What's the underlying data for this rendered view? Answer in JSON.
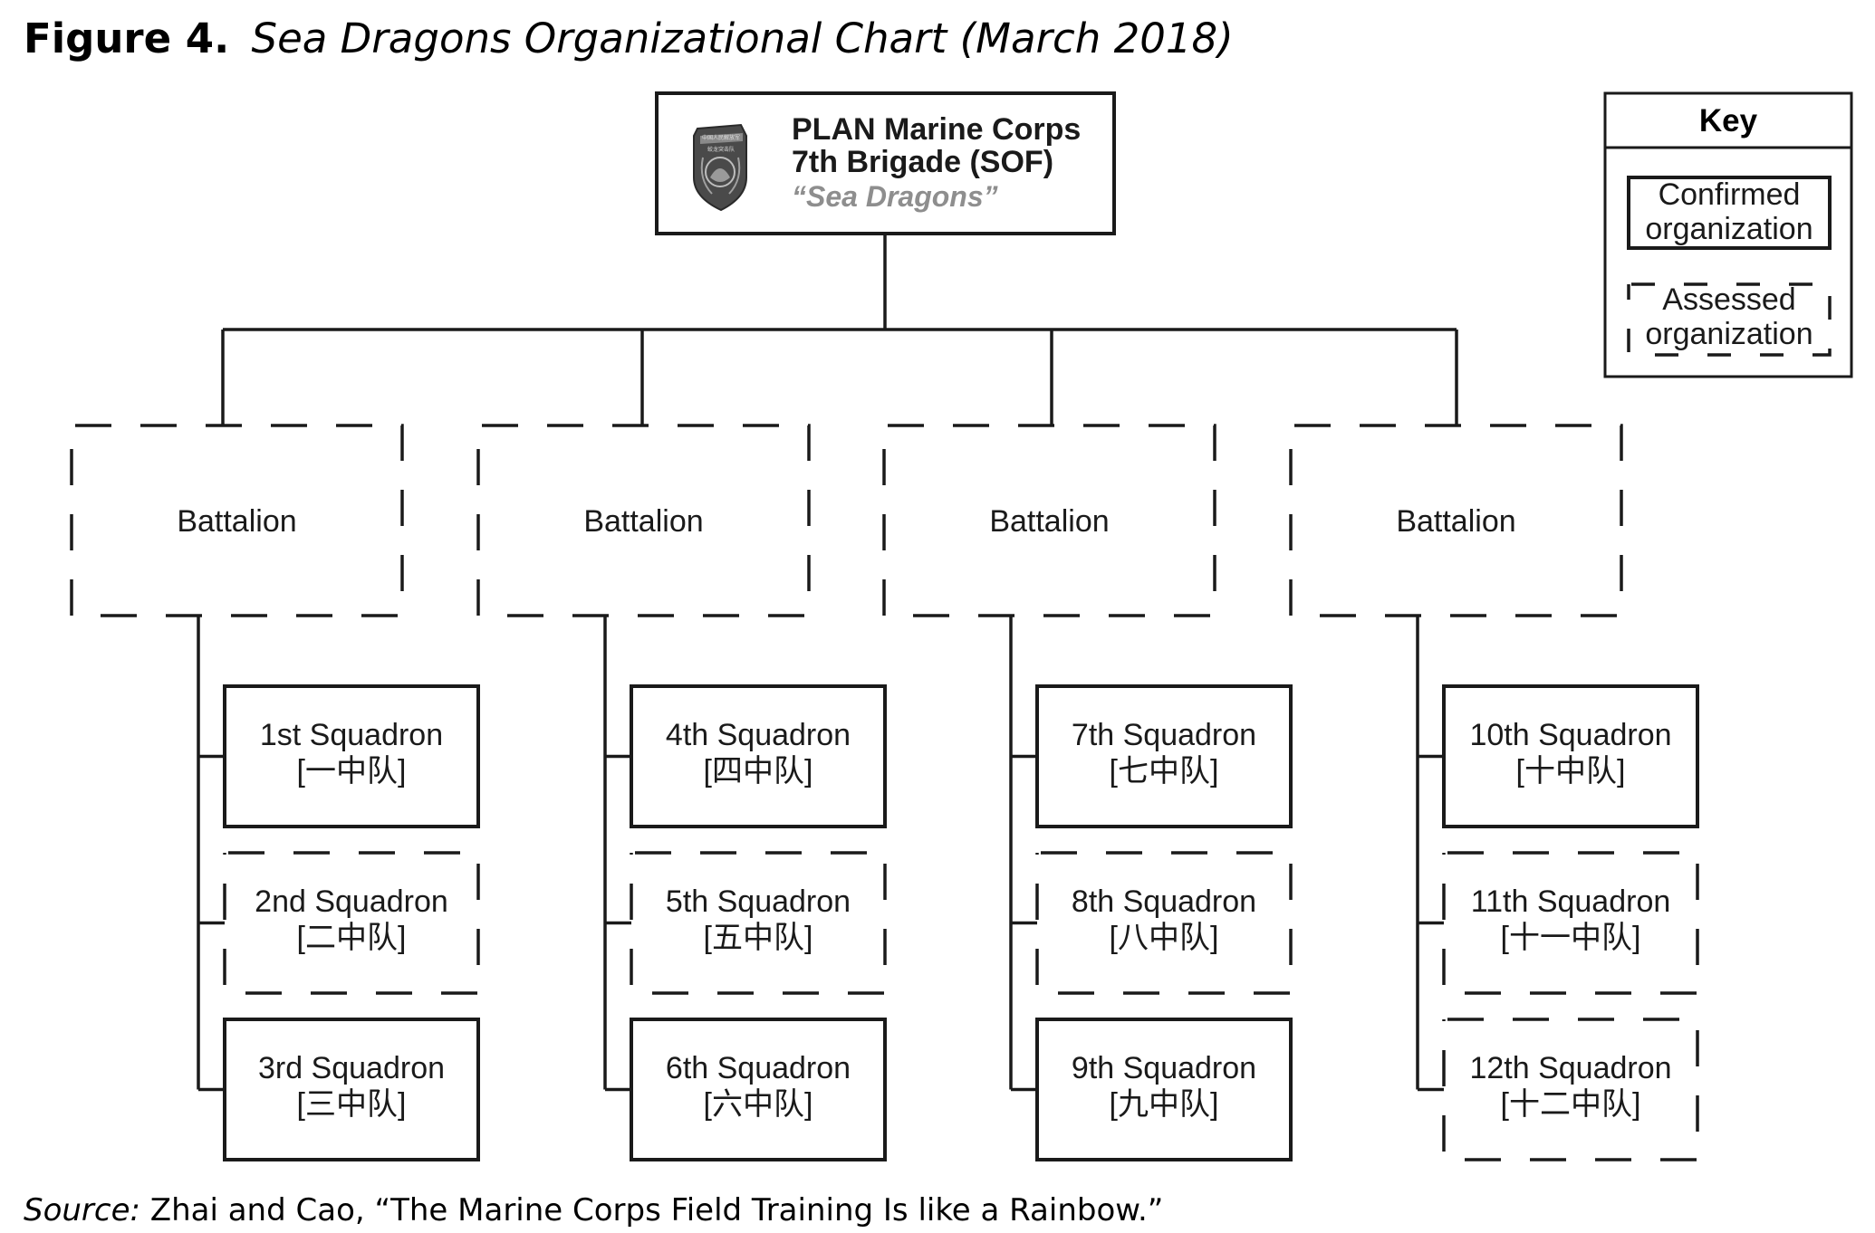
{
  "figure": {
    "label": "Figure 4.",
    "title": "Sea Dragons Organizational Chart (March 2018)"
  },
  "headquarters": {
    "line1": "PLAN Marine Corps",
    "line2": "7th Brigade (SOF)",
    "nickname": "“Sea Dragons”",
    "status": "confirmed",
    "emblem_text_1": "中国人民解放军",
    "emblem_text_2": "蛟龙突击队"
  },
  "key": {
    "title": "Key",
    "confirmed_line1": "Confirmed",
    "confirmed_line2": "organization",
    "assessed_line1": "Assessed",
    "assessed_line2": "organization"
  },
  "battalions": [
    {
      "label": "Battalion",
      "status": "assessed",
      "squadrons": [
        {
          "name": "1st Squadron",
          "chinese": "[一中队]",
          "status": "confirmed"
        },
        {
          "name": "2nd Squadron",
          "chinese": "[二中队]",
          "status": "assessed"
        },
        {
          "name": "3rd Squadron",
          "chinese": "[三中队]",
          "status": "confirmed"
        }
      ]
    },
    {
      "label": "Battalion",
      "status": "assessed",
      "squadrons": [
        {
          "name": "4th Squadron",
          "chinese": "[四中队]",
          "status": "confirmed"
        },
        {
          "name": "5th Squadron",
          "chinese": "[五中队]",
          "status": "assessed"
        },
        {
          "name": "6th Squadron",
          "chinese": "[六中队]",
          "status": "confirmed"
        }
      ]
    },
    {
      "label": "Battalion",
      "status": "assessed",
      "squadrons": [
        {
          "name": "7th Squadron",
          "chinese": "[七中队]",
          "status": "confirmed"
        },
        {
          "name": "8th Squadron",
          "chinese": "[八中队]",
          "status": "assessed"
        },
        {
          "name": "9th Squadron",
          "chinese": "[九中队]",
          "status": "confirmed"
        }
      ]
    },
    {
      "label": "Battalion",
      "status": "assessed",
      "squadrons": [
        {
          "name": "10th Squadron",
          "chinese": "[十中队]",
          "status": "confirmed"
        },
        {
          "name": "11th Squadron",
          "chinese": "[十一中队]",
          "status": "assessed"
        },
        {
          "name": "12th Squadron",
          "chinese": "[十二中队]",
          "status": "assessed"
        }
      ]
    }
  ],
  "source": {
    "label": "Source:",
    "text": " Zhai and Cao, “The Marine Corps Field Training Is like a Rainbow.”"
  },
  "colors": {
    "line": "#1a1a1a",
    "nickname": "#8e8e8e",
    "emblem": "#4a4a4a"
  }
}
